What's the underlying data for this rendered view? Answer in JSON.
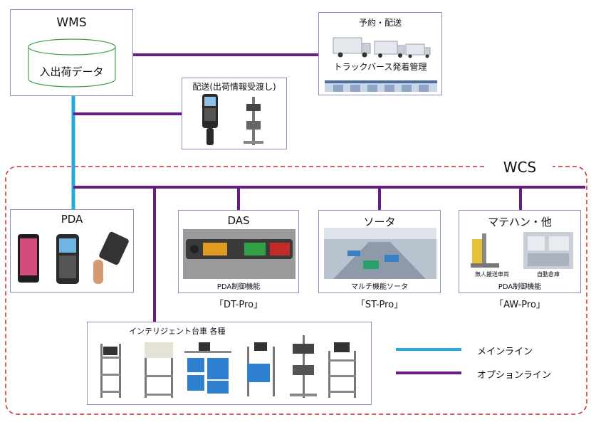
{
  "wms": {
    "title": "WMS",
    "db_label": "入出荷データ"
  },
  "delivery": {
    "title": "予約・配送",
    "caption": "トラックバース発着管理"
  },
  "shipping_info": {
    "title": "配送(出荷情報受渡し)"
  },
  "wcs": {
    "label": "WCS"
  },
  "pda": {
    "title": "PDA"
  },
  "das": {
    "title": "DAS",
    "caption": "PDA制御機能",
    "product": "「DT-Pro」"
  },
  "sorter": {
    "title": "ソータ",
    "caption": "マルチ機能ソータ",
    "product": "「ST-Pro」"
  },
  "matehan": {
    "title": "マテハン・他",
    "sub_left": "無人搬送車両",
    "sub_right": "自動倉庫",
    "caption": "PDA制御機能",
    "product": "「AW-Pro」"
  },
  "carts": {
    "title": "インテリジェント台車 各種"
  },
  "legend": {
    "main_line": "メインライン",
    "option_line": "オプションライン"
  },
  "colors": {
    "main_line": "#29a8e0",
    "option_line": "#6a1b8a",
    "wcs_border": "#d42a2a",
    "box_border": "#8a90bd"
  }
}
